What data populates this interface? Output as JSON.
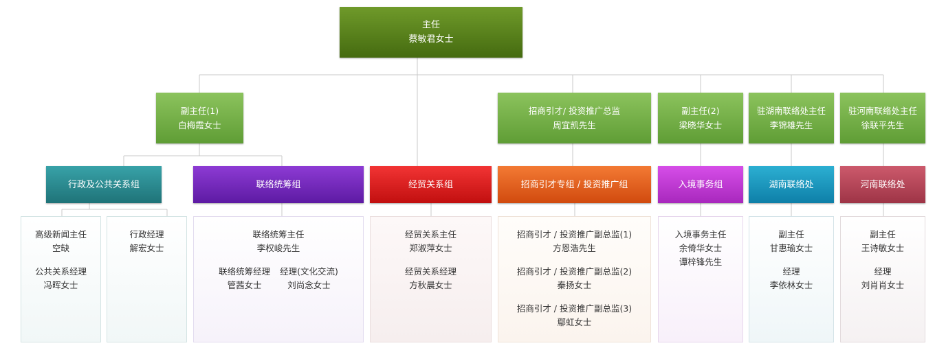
{
  "director": {
    "title": "主任",
    "name": "蔡敏君女士"
  },
  "deputy1": {
    "title": "副主任(1)",
    "name": "白梅霞女士"
  },
  "invest_head": {
    "title": "招商引才/ 投资推广总监",
    "name": "周宜凯先生"
  },
  "deputy2": {
    "title": "副主任(2)",
    "name": "梁晓华女士"
  },
  "hunan_head": {
    "title": "驻湖南联络处主任",
    "name": "李锦雄先生"
  },
  "henan_head": {
    "title": "驻河南联络处主任",
    "name": "徐联平先生"
  },
  "teams": {
    "admin_pr": "行政及公共关系组",
    "liaison": "联络统筹组",
    "trade": "经贸关系组",
    "invest": "招商引才专组 / 投资推广组",
    "immigration": "入境事务组",
    "hunan": "湖南联络处",
    "henan": "河南联络处"
  },
  "details": {
    "admin_pr_a": {
      "g1_title": "高级新闻主任",
      "g1_name": "空缺",
      "g2_title": "公共关系经理",
      "g2_name": "冯晖女士"
    },
    "admin_pr_b": {
      "g1_title": "行政经理",
      "g1_name": "解宏女士"
    },
    "liaison": {
      "g1_title": "联络统筹主任",
      "g1_name": "李权峻先生",
      "g2_title": "联络统筹经理",
      "g2_name": "管茜女士",
      "g3_title": "经理(文化交流)",
      "g3_name": "刘尚念女士"
    },
    "trade": {
      "g1_title": "经贸关系主任",
      "g1_name": "郑淑萍女士",
      "g2_title": "经贸关系经理",
      "g2_name": "方秋晨女士"
    },
    "invest": {
      "g1_title": "招商引才 / 投资推广副总监(1)",
      "g1_name": "方恩浩先生",
      "g2_title": "招商引才 / 投资推广副总监(2)",
      "g2_name": "秦扬女士",
      "g3_title": "招商引才 / 投资推广副总监(3)",
      "g3_name": "鄢虹女士"
    },
    "immigration": {
      "g1_title": "入境事务主任",
      "g1_name": "余倚华女士",
      "g1_name2": "谭梓锋先生"
    },
    "hunan": {
      "g1_title": "副主任",
      "g1_name": "甘惠瑜女士",
      "g2_title": "经理",
      "g2_name": "李依林女士"
    },
    "henan": {
      "g1_title": "副主任",
      "g1_name": "王诗敏女士",
      "g2_title": "经理",
      "g2_name": "刘肖肖女士"
    }
  },
  "colors": {
    "director": "#5a8220",
    "lead": "#76b049",
    "connector": "#c8c8c8",
    "admin_pr": "#2b8a90",
    "liaison": "#7528bd",
    "trade": "#dd1f1f",
    "invest": "#e3611f",
    "immigration": "#c23bd6",
    "hunan": "#1b98c1",
    "henan": "#b84658"
  }
}
